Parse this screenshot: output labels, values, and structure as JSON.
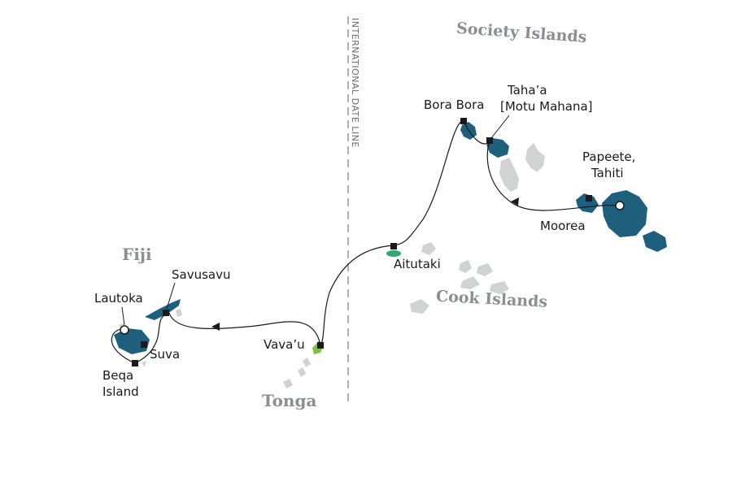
{
  "colors": {
    "visited_island": "#1f5f7e",
    "other_island": "#d0d2d4",
    "route": "#1a1a1a",
    "region_label": "#8a8f95",
    "dateline": "#9a9a9a",
    "aitutaki_accent": "#2eaa6a",
    "vavau_accent": "#7fc241"
  },
  "map": {
    "dateline_label": "INTERNATIONAL DATE LINE",
    "regions": {
      "society": "Society Islands",
      "cook": "Cook Islands",
      "fiji": "Fiji",
      "tonga": "Tonga"
    },
    "ports": {
      "bora_bora": "Bora Bora",
      "tahaa_line1": "Taha’a",
      "tahaa_line2": "[Motu Mahana]",
      "papeete_line1": "Papeete,",
      "papeete_line2": "Tahiti",
      "moorea": "Moorea",
      "aitutaki": "Aitutaki",
      "vavau": "Vava’u",
      "savusavu": "Savusavu",
      "lautoka": "Lautoka",
      "suva": "Suva",
      "beqa_line1": "Beqa",
      "beqa_line2": "Island"
    }
  }
}
